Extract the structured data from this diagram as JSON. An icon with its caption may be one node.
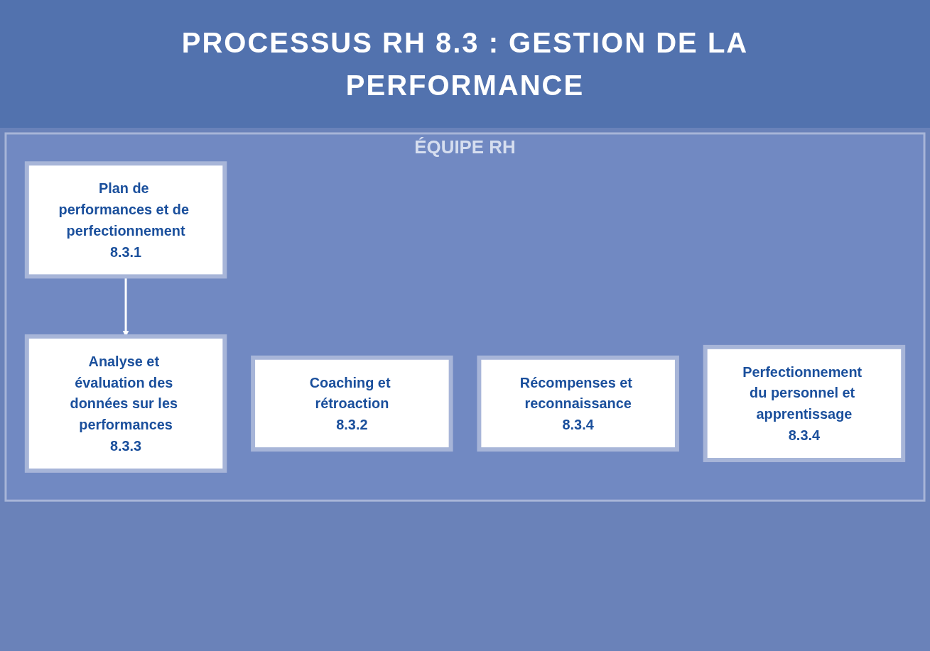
{
  "diagram": {
    "title": "PROCESSUS RH 8.3 : GESTION DE LA PERFORMANCE",
    "nodes": [
      {
        "text": [
          "ÉQUIPE RH"
        ]
      },
      {
        "text": [
          "Plan de performances et de perfectionnement",
          "8.3.1"
        ],
        "in": 0
      },
      {
        "text": [
          "Coaching et rétroaction",
          "8.3.2"
        ],
        "in": 0
      },
      {
        "text": [
          "Récompenses et reconnaissance",
          "8.3.4"
        ],
        "in": 0
      },
      {
        "text": [
          "Perfectionnement du personnel et apprentissage",
          "8.3.4"
        ],
        "in": 0
      },
      {
        "text": [
          "Analyse et évaluation des données sur les performances",
          "8.3.3"
        ],
        "in": 0
      }
    ],
    "edges": [
      {
        "from": 1,
        "to": 5,
        "arrow": "to",
        "color": "#ffffff"
      }
    ]
  }
}
